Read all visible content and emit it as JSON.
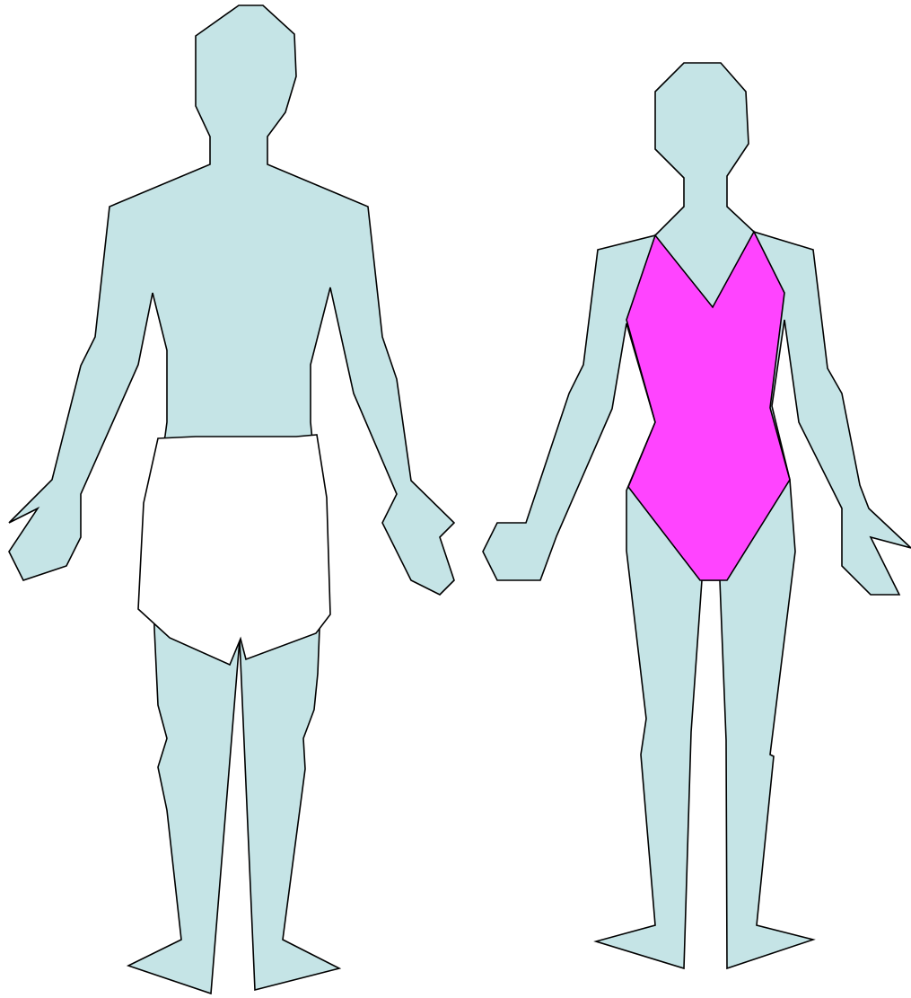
{
  "colors": {
    "background": "#ffffff",
    "skin": "#c5e4e6",
    "outline": "#000000",
    "shorts": "#ffffff",
    "swimsuit": "#ff44ff"
  },
  "figures": [
    {
      "name": "male-figure",
      "garment": "shorts"
    },
    {
      "name": "female-figure",
      "garment": "swimsuit"
    }
  ]
}
